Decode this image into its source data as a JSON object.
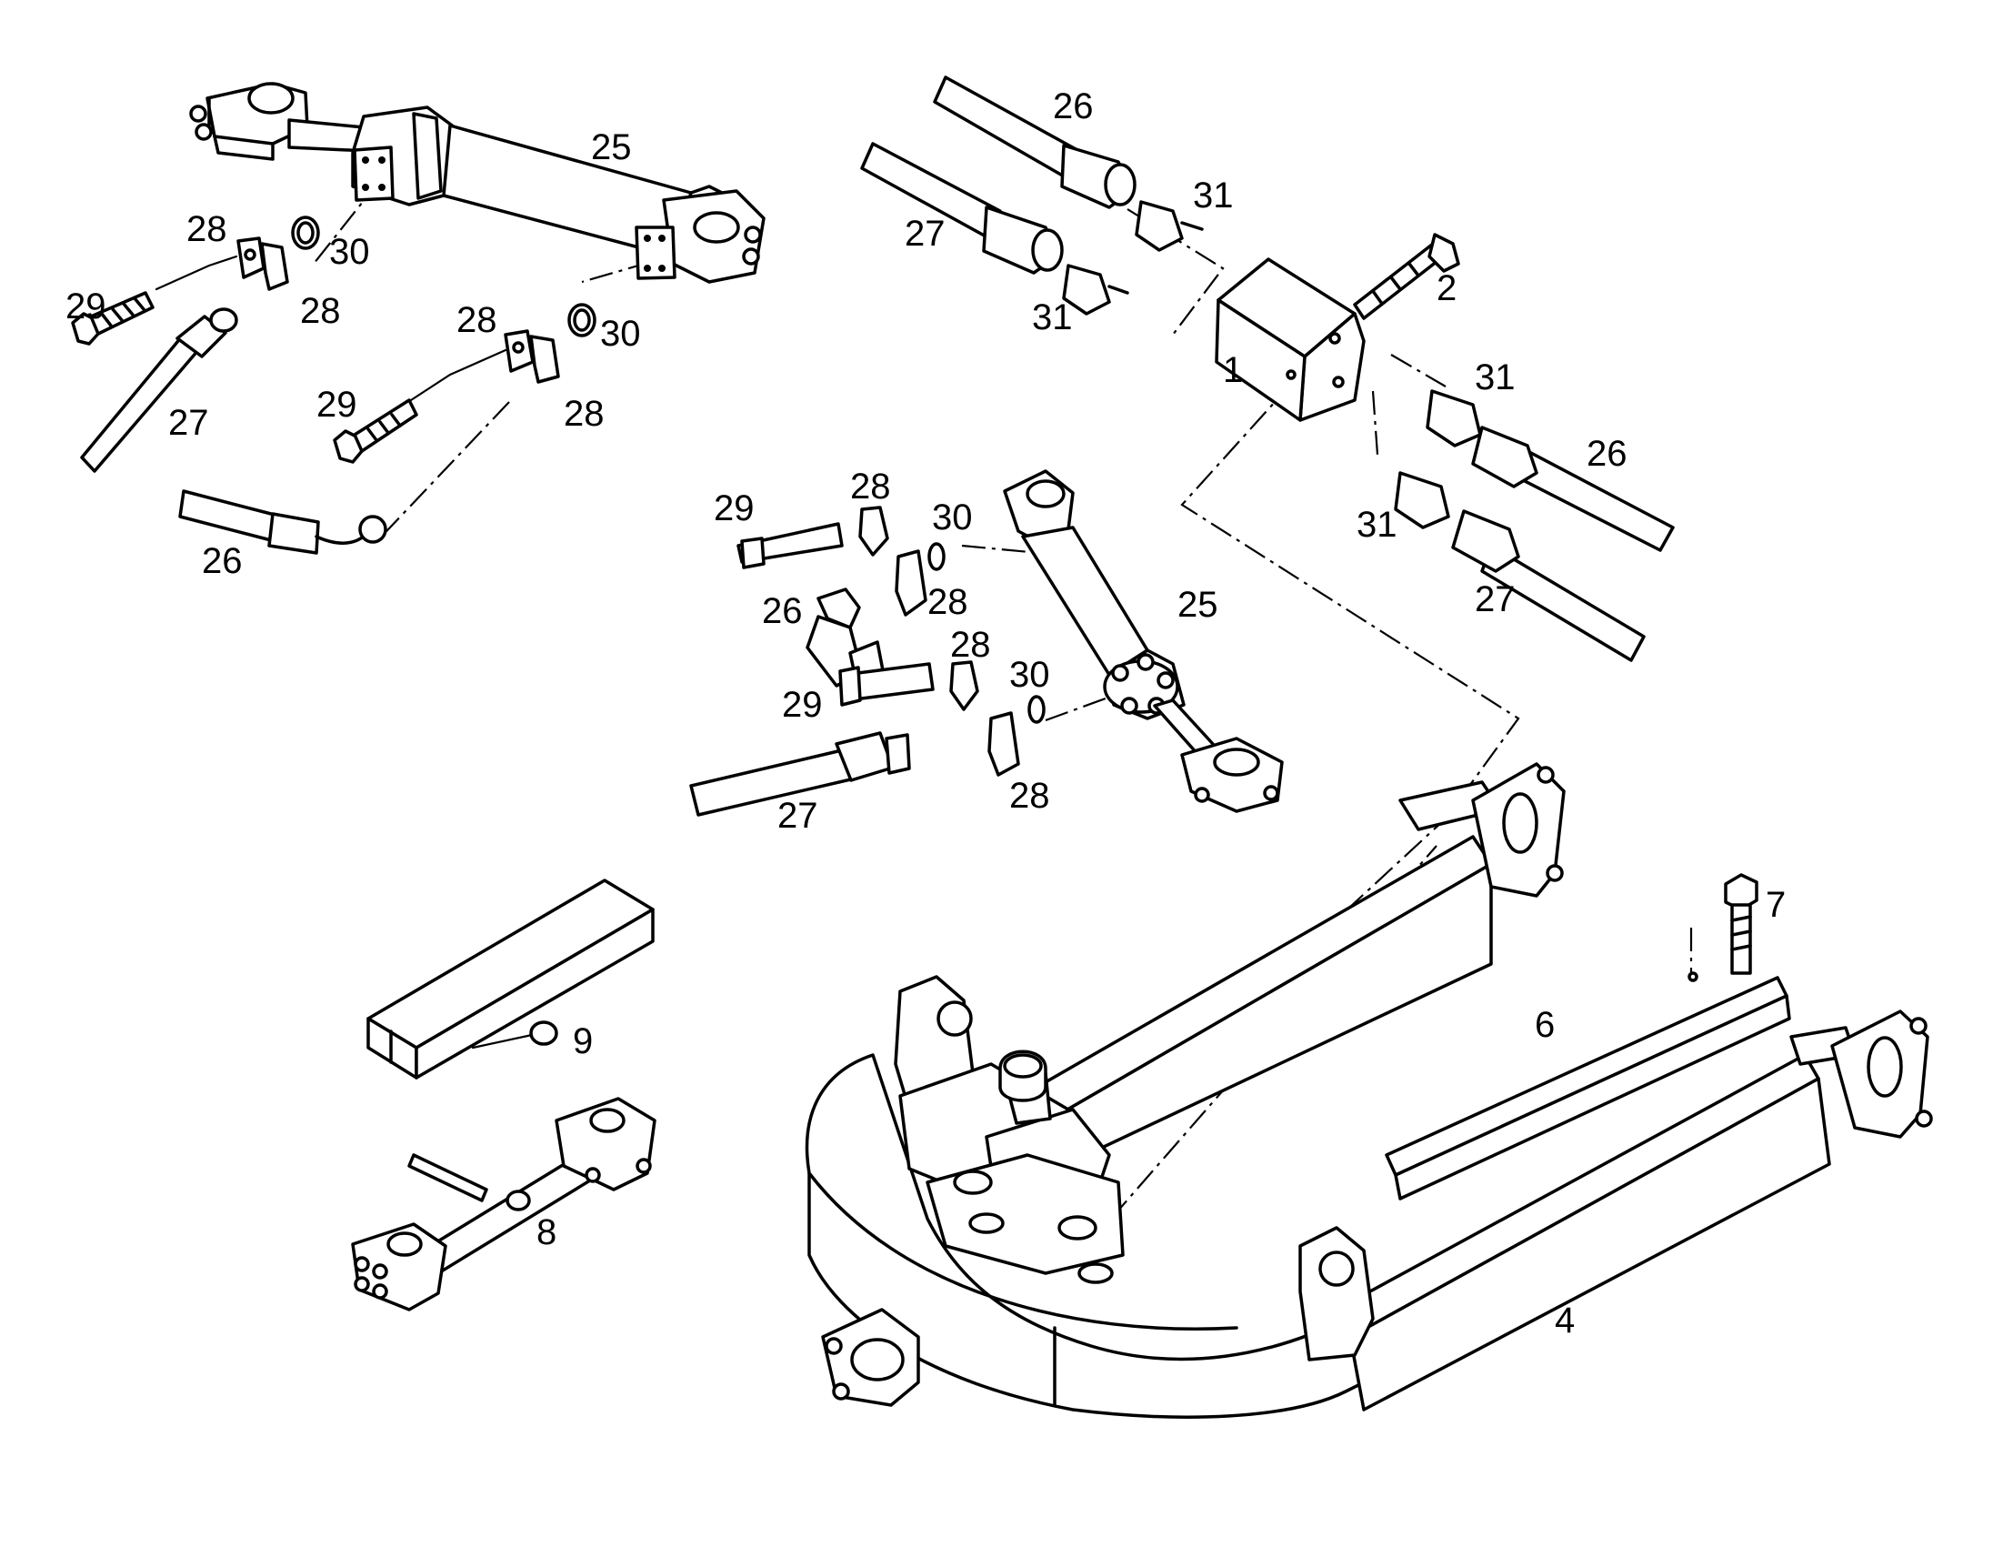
{
  "colors": {
    "ink": "#000000",
    "paper": "#ffffff"
  },
  "labels": {
    "p25a": "25",
    "p28a": "28",
    "p30a": "30",
    "p29a": "29",
    "p28b": "28",
    "p28c": "28",
    "p30b": "30",
    "p29b": "29",
    "p28d": "28",
    "p27a": "27",
    "p26a": "26",
    "p26b": "26",
    "p27b": "27",
    "p31a": "31",
    "p31b": "31",
    "p2": "2",
    "p1": "1",
    "p31c": "31",
    "p26c": "26",
    "p31d": "31",
    "p27c": "27",
    "p29c": "29",
    "p28e": "28",
    "p30c": "30",
    "p26d": "26",
    "p28f": "28",
    "p25b": "25",
    "p28g": "28",
    "p29d": "29",
    "p30d": "30",
    "p28h": "28",
    "p27d": "27",
    "p7": "7",
    "p6": "6",
    "p4": "4",
    "p9": "9",
    "p8": "8"
  }
}
